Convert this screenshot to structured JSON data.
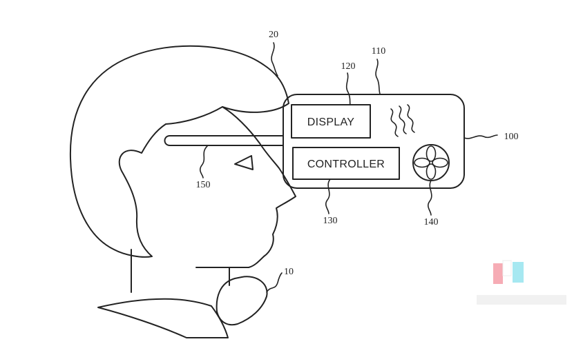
{
  "labels": {
    "display": "DISPLAY",
    "controller": "CONTROLLER"
  },
  "reference_numerals": {
    "user": "10",
    "head": "20",
    "device": "100",
    "housing": "110",
    "display": "120",
    "controller": "130",
    "fan": "140",
    "strap": "150"
  }
}
